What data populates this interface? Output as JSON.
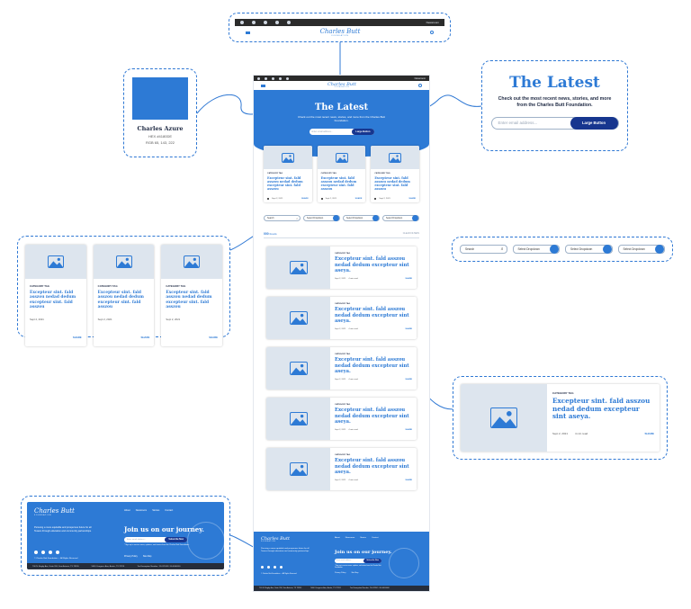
{
  "brand": {
    "logo_script": "Charles Butt",
    "logo_sub": "FOUNDATION",
    "primary": "#2d7ad5",
    "navy": "#17368f",
    "dark": "#262d3a"
  },
  "topbar": {
    "newsroom": "Newsroom"
  },
  "swatch": {
    "name": "Charles Azure",
    "hex": "HEX #4180DE",
    "rgb": "RGB 65, 143, 222"
  },
  "hero": {
    "title": "The Latest",
    "subtitle": "Check out the most recent news, stories, and more from the Charles Butt Foundation.",
    "email_placeholder": "Enter email address...",
    "button": "Large Button"
  },
  "cards": [
    {
      "category": "CATEGORY TAG",
      "title": "Excepteur sint. fald asszou nedad dedum excepteur sint. fald asszou",
      "date": "Sept 2, 2021",
      "share": "SHARE"
    },
    {
      "category": "CATEGORY TAG",
      "title": "Excepteur sint. fald asszou nedad dedum excepteur sint. fald asszou",
      "date": "Sept 2, 2021",
      "share": "SHARE"
    },
    {
      "category": "CATEGORY TAG",
      "title": "Excepteur sint. fald asszou nedad dedum excepteur sint. fald asszou",
      "date": "Sept 2, 2021",
      "share": "SHARE"
    }
  ],
  "filters": {
    "search": "Search",
    "dropdowns": [
      "Select Dropdown",
      "Select Dropdown",
      "Select Dropdown"
    ]
  },
  "results": {
    "count": "000",
    "label": "Results",
    "clear": "CLEAR FILTERS"
  },
  "list_items": [
    {
      "category": "CATEGORY TAG",
      "title": "Excepteur sint. fald asszou nedad dedum excepteur sint aseya.",
      "date": "Sept 2, 2021",
      "read": "4 min read",
      "share": "SHARE"
    },
    {
      "category": "CATEGORY TAG",
      "title": "Excepteur sint. fald asszou nedad dedum excepteur sint aseya.",
      "date": "Sept 2, 2021",
      "read": "4 min read",
      "share": "SHARE"
    },
    {
      "category": "CATEGORY TAG",
      "title": "Excepteur sint. fald asszou nedad dedum excepteur sint aseya.",
      "date": "Sept 2, 2021",
      "read": "4 min read",
      "share": "SHARE"
    },
    {
      "category": "CATEGORY TAG",
      "title": "Excepteur sint. fald asszou nedad dedum excepteur sint aseya.",
      "date": "Sept 2, 2021",
      "read": "4 min read",
      "share": "SHARE"
    },
    {
      "category": "CATEGORY TAG",
      "title": "Excepteur sint. fald asszou nedad dedum excepteur sint aseya.",
      "date": "Sept 2, 2021",
      "read": "4 min read",
      "share": "SHARE"
    }
  ],
  "footer": {
    "mission": "Pursuing a more equitable and prosperous future for all Texans through education and community partnerships.",
    "menu": [
      "About",
      "Newsroom",
      "Stories",
      "Contact"
    ],
    "join_title": "Join us on our journey.",
    "email_placeholder": "Enter email address...",
    "button": "Subscribe Now",
    "disclaimer": "* Sign up to receive news, updates, and stories from the Charles Butt Foundation.",
    "links": [
      "Privacy Policy",
      "Site Map"
    ],
    "copyright": "© Charles Butt Foundation — All Rights Reserved",
    "address1": "700 N. Bagby Ave, Suite 200, San Antonio, TX 78205",
    "address2": "5400 Congress Ave, Austin, TX 78701",
    "ein": "Tax Exemption Number: 74-012345 / 00-0000000"
  }
}
